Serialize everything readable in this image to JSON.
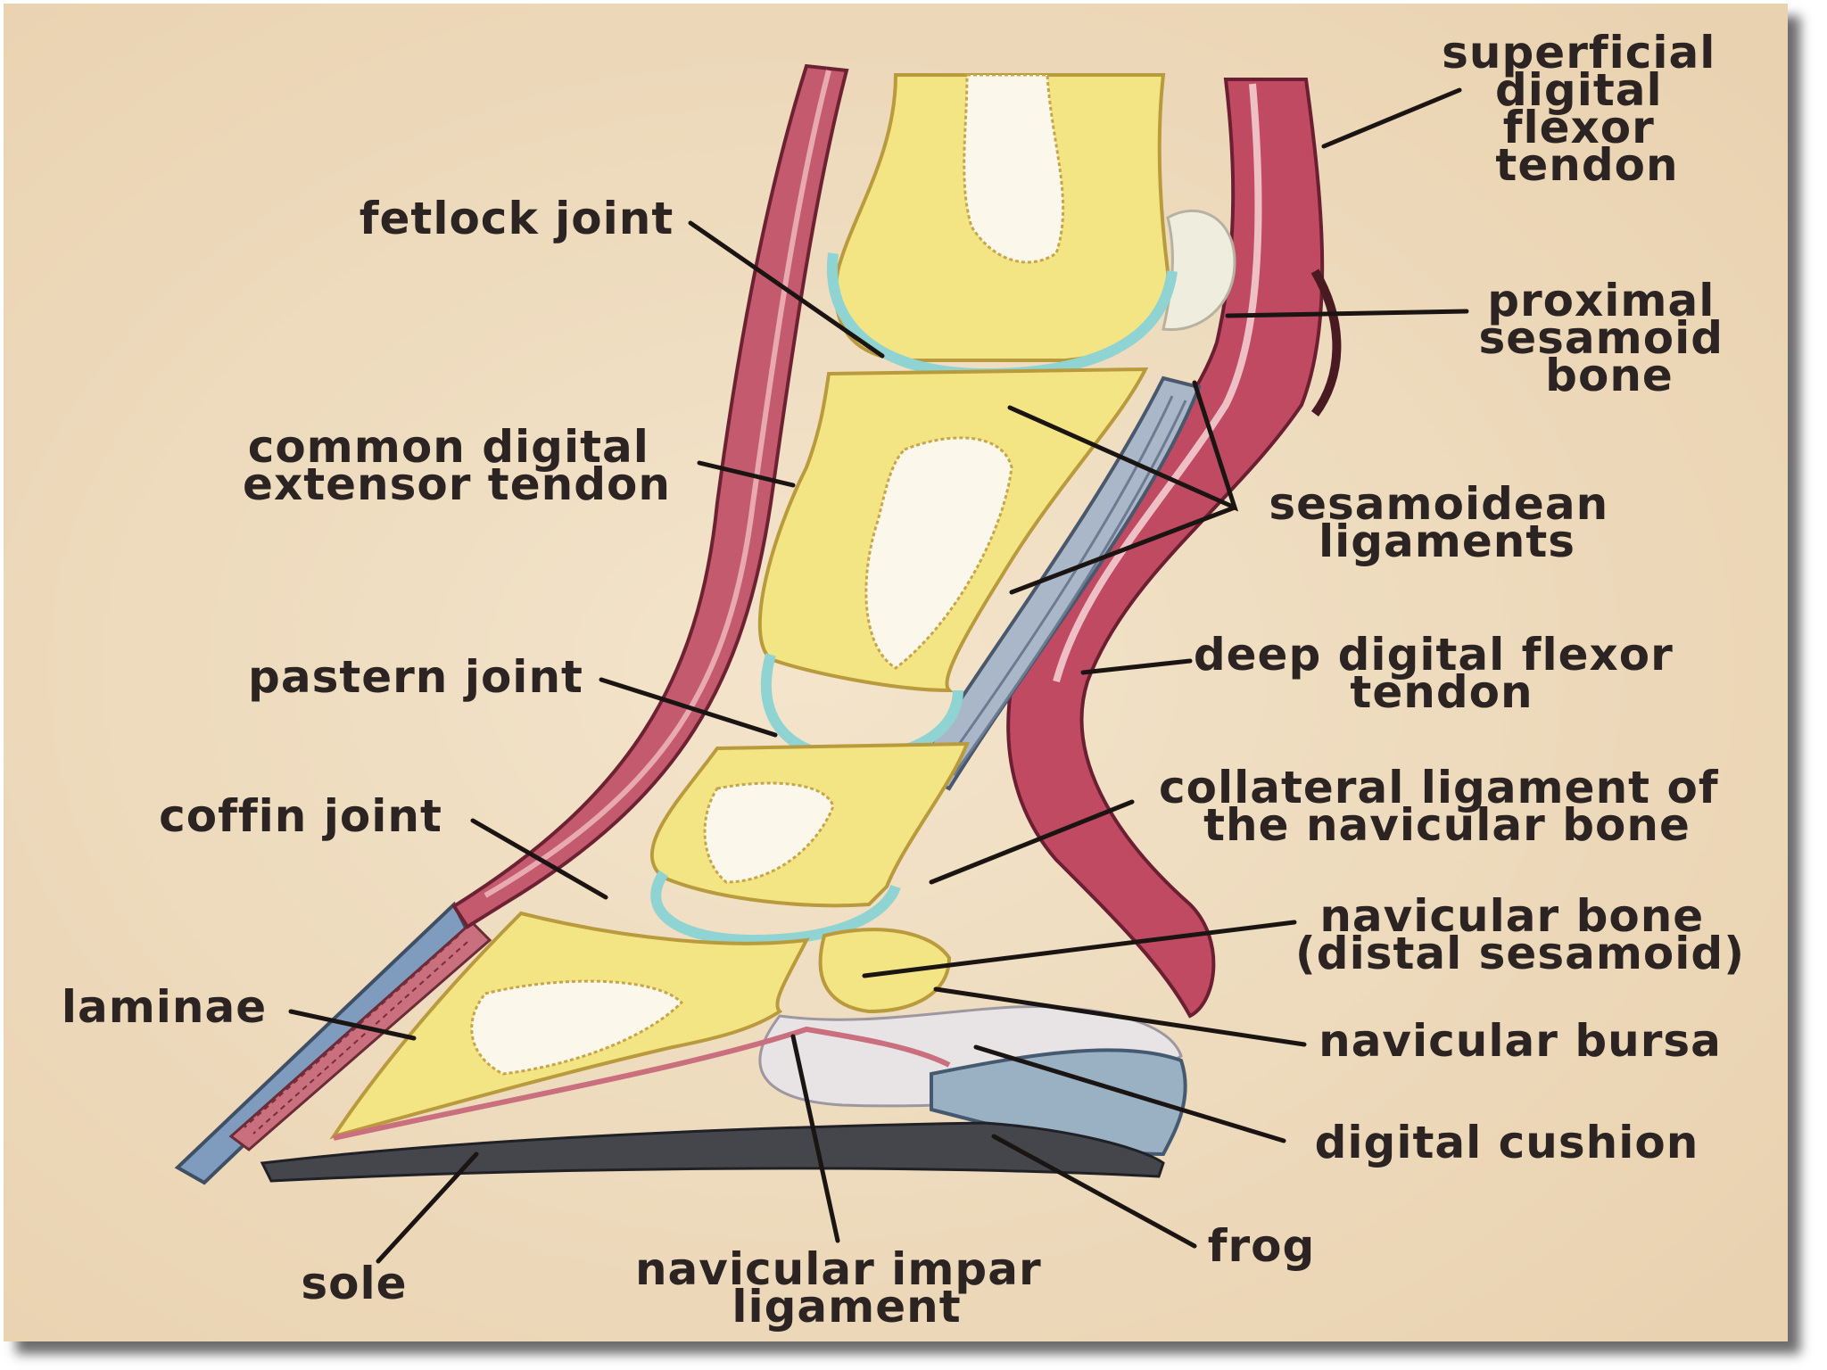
{
  "colors": {
    "background": "#efdcbf",
    "bone": "#f4e584",
    "marrow": "#fbf7ea",
    "cartilage": "#8fd3d2",
    "tendon": "#b6445a",
    "ligament": "#aab7c9",
    "hoof_wall": "#7f9bbd",
    "sole": "#44464c",
    "cushion": "#e8e4e6",
    "text": "#2b2422"
  },
  "labels": {
    "superficial_digital_flexor_tendon": [
      "superficial",
      "digital",
      "flexor",
      "tendon"
    ],
    "fetlock_joint": [
      "fetlock joint"
    ],
    "proximal_sesamoid_bone": [
      "proximal",
      "sesamoid",
      "bone"
    ],
    "common_digital_extensor_tendon": [
      "common digital",
      "extensor tendon"
    ],
    "sesamoidean_ligaments": [
      "sesamoidean",
      "ligaments"
    ],
    "pastern_joint": [
      "pastern joint"
    ],
    "deep_digital_flexor_tendon": [
      "deep digital flexor",
      "tendon"
    ],
    "coffin_joint": [
      "coffin joint"
    ],
    "collateral_ligament": [
      "collateral ligament of",
      "the navicular bone"
    ],
    "navicular_bone": [
      "navicular bone",
      "(distal sesamoid)"
    ],
    "laminae": [
      "laminae"
    ],
    "navicular_bursa": [
      "navicular bursa"
    ],
    "digital_cushion": [
      "digital cushion"
    ],
    "frog": [
      "frog"
    ],
    "sole": [
      "sole"
    ],
    "navicular_impar_ligament": [
      "navicular impar",
      "ligament"
    ]
  }
}
